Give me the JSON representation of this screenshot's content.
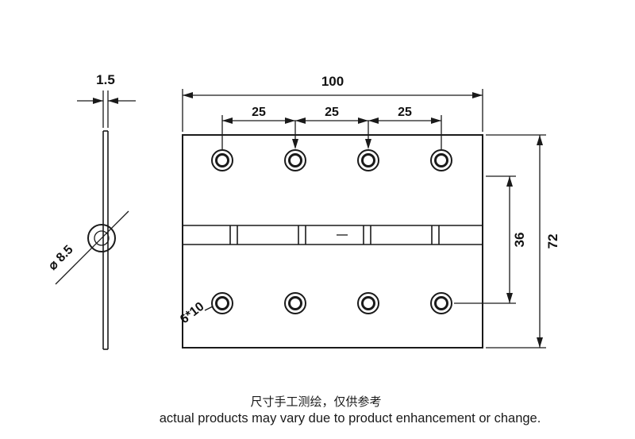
{
  "dimensions": {
    "thickness": "1.5",
    "plate_width": "100",
    "hole_pitch_1": "25",
    "hole_pitch_2": "25",
    "hole_pitch_3": "25",
    "plate_height": "72",
    "hole_row_span": "36",
    "hole_diameter": "⌀ 8.5",
    "countersink_spec": "6*10"
  },
  "notes": {
    "line1": "尺寸手工测绘，仅供参考",
    "line2": "actual products may vary due to product enhancement or change."
  },
  "colors": {
    "line": "#1a1a1a",
    "text": "#111111",
    "background": "#ffffff"
  }
}
